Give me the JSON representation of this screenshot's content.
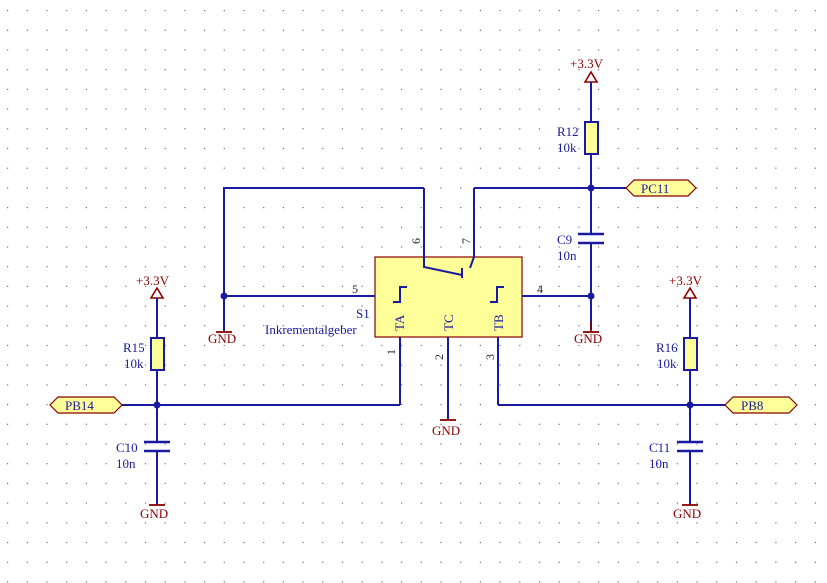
{
  "colors": {
    "wire": "#1a1aa0",
    "power": "#8b0000",
    "component_fill": "#ffff99",
    "port_fill": "#ffff99",
    "grid_dot": "#707070",
    "background": "#ffffff"
  },
  "power_symbols": {
    "vcc_label": "+3.3V",
    "gnd_label": "GND"
  },
  "encoder": {
    "ref": "S1",
    "value": "Inkrementalgeber",
    "pin_labels": [
      "TA",
      "TC",
      "TB"
    ],
    "pin_numbers": [
      "1",
      "2",
      "3",
      "4",
      "5",
      "6",
      "7"
    ]
  },
  "resistors": [
    {
      "ref": "R12",
      "value": "10k"
    },
    {
      "ref": "R15",
      "value": "10k"
    },
    {
      "ref": "R16",
      "value": "10k"
    }
  ],
  "capacitors": [
    {
      "ref": "C9",
      "value": "10n"
    },
    {
      "ref": "C10",
      "value": "10n"
    },
    {
      "ref": "C11",
      "value": "10n"
    }
  ],
  "ports": [
    {
      "name": "PC11"
    },
    {
      "name": "PB14"
    },
    {
      "name": "PB8"
    }
  ]
}
